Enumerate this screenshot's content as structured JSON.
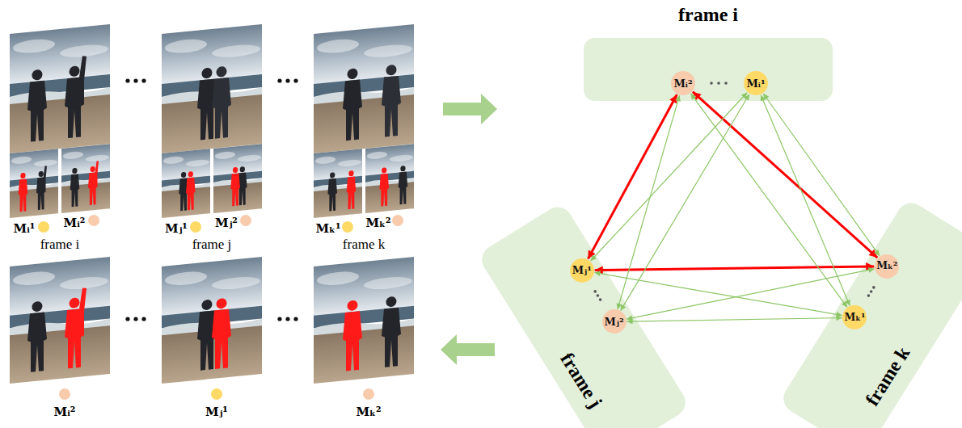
{
  "diagram": {
    "nodes": [
      {
        "text": [
          "frame i"
        ]
      },
      {
        "text": [
          "Mᵢ²"
        ],
        "in": 0
      },
      {
        "text": [
          "Mᵢ¹"
        ],
        "in": 0
      },
      {
        "text": [
          "frame j"
        ]
      },
      {
        "text": [
          "Mⱼ¹"
        ],
        "in": 3
      },
      {
        "text": [
          "Mⱼ²"
        ],
        "in": 3
      },
      {
        "text": [
          "frame k"
        ]
      },
      {
        "text": [
          "Mₖ²"
        ],
        "in": 6
      },
      {
        "text": [
          "Mₖ¹"
        ],
        "in": 6
      }
    ],
    "edges": [
      {
        "from": 1,
        "to": 4,
        "arrow": "both"
      },
      {
        "from": 1,
        "to": 7,
        "arrow": "both"
      },
      {
        "from": 4,
        "to": 7,
        "arrow": "both"
      },
      {
        "from": 2,
        "to": 4,
        "arrow": "both"
      },
      {
        "from": 2,
        "to": 5,
        "arrow": "both"
      },
      {
        "from": 2,
        "to": 7,
        "arrow": "both"
      },
      {
        "from": 2,
        "to": 8,
        "arrow": "both"
      },
      {
        "from": 1,
        "to": 5,
        "arrow": "both"
      },
      {
        "from": 1,
        "to": 8,
        "arrow": "both"
      },
      {
        "from": 4,
        "to": 8,
        "arrow": "both"
      },
      {
        "from": 5,
        "to": 7,
        "arrow": "both"
      },
      {
        "from": 5,
        "to": 8,
        "arrow": "both"
      }
    ],
    "labels": [
      "Mᵢ¹",
      "Mᵢ²",
      "frame i",
      "Mⱼ¹",
      "Mⱼ²",
      "frame j",
      "Mₖ¹",
      "Mₖ²",
      "frame k",
      "Mᵢ²",
      "Mⱼ¹",
      "Mₖ²"
    ]
  }
}
